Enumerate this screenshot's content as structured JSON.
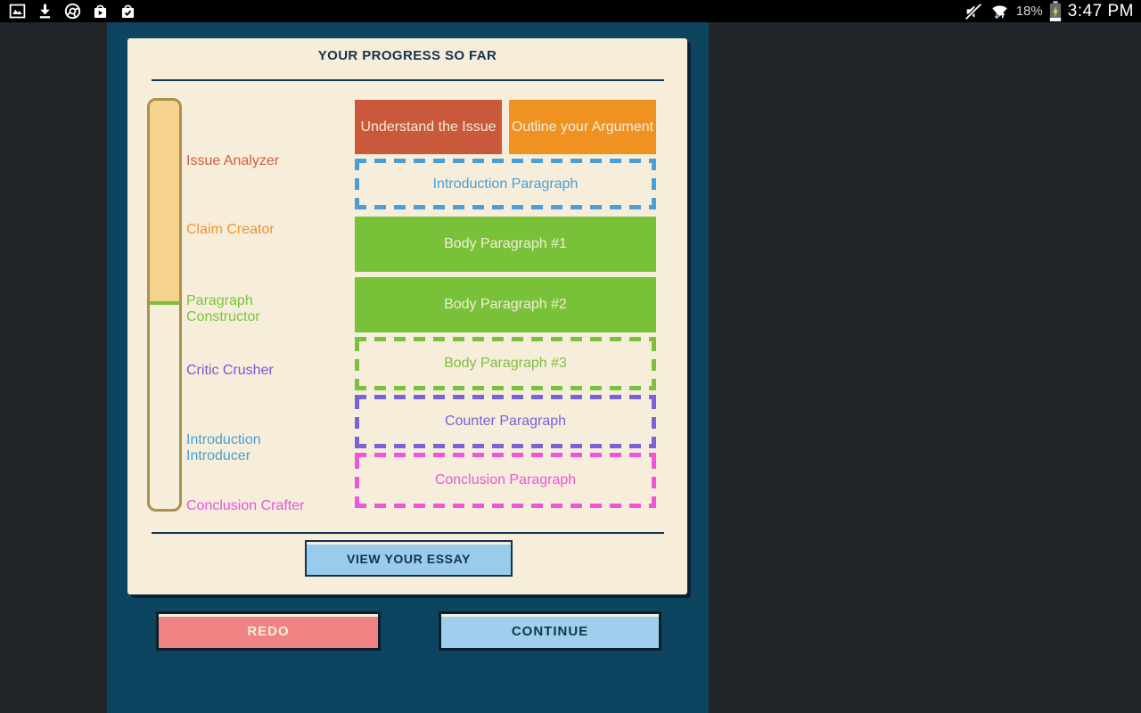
{
  "status_bar": {
    "left_icons": [
      "gallery-icon",
      "download-icon",
      "chrome-icon",
      "play-store-icon",
      "bag-check-icon"
    ],
    "right_icons": [
      "muted-speaker-icon",
      "wifi-icon",
      "battery-charging-icon"
    ],
    "battery_percent": "18%",
    "time": "3:47 PM"
  },
  "progress_card": {
    "title": "YOUR PROGRESS SO FAR",
    "stages": [
      {
        "label": "Issue Analyzer",
        "color": "#cf6040"
      },
      {
        "label": "Claim Creator",
        "color": "#f2952e"
      },
      {
        "label": "Paragraph Constructor",
        "color": "#7cc13e"
      },
      {
        "label": "Critic Crusher",
        "color": "#7d55d0"
      },
      {
        "label": "Introduction Introducer",
        "color": "#4aa0d5"
      },
      {
        "label": "Conclusion Crafter",
        "color": "#e455de"
      }
    ],
    "meter": {
      "fill_color": "#f6d38c",
      "border_color": "#ab9150",
      "tick_color": "#7cc13e"
    },
    "blocks": [
      {
        "label": "Understand the Issue",
        "state": "complete",
        "color": "#c9593a"
      },
      {
        "label": "Outline your Argument",
        "state": "complete",
        "color": "#ef9221"
      },
      {
        "label": "Introduction Paragraph",
        "state": "pending",
        "color": "#4a9fd6"
      },
      {
        "label": "Body Paragraph #1",
        "state": "complete",
        "color": "#79c139"
      },
      {
        "label": "Body Paragraph #2",
        "state": "complete",
        "color": "#79c139"
      },
      {
        "label": "Body Paragraph #3",
        "state": "pending",
        "color": "#7cc13e"
      },
      {
        "label": "Counter Paragraph",
        "state": "pending",
        "color": "#7a62d8"
      },
      {
        "label": "Conclusion Paragraph",
        "state": "pending",
        "color": "#f055d8"
      }
    ],
    "view_essay_label": "VIEW YOUR ESSAY"
  },
  "footer": {
    "redo_label": "REDO",
    "continue_label": "CONTINUE"
  },
  "colors": {
    "page_background": "#22262a",
    "status_bar": "#000000",
    "panel": "#0d4560",
    "card": "#f6eedb",
    "navy_text": "#14334d",
    "view_button": "#99cbec",
    "redo_button": "#f08484",
    "continue_button": "#9ed0ee"
  }
}
